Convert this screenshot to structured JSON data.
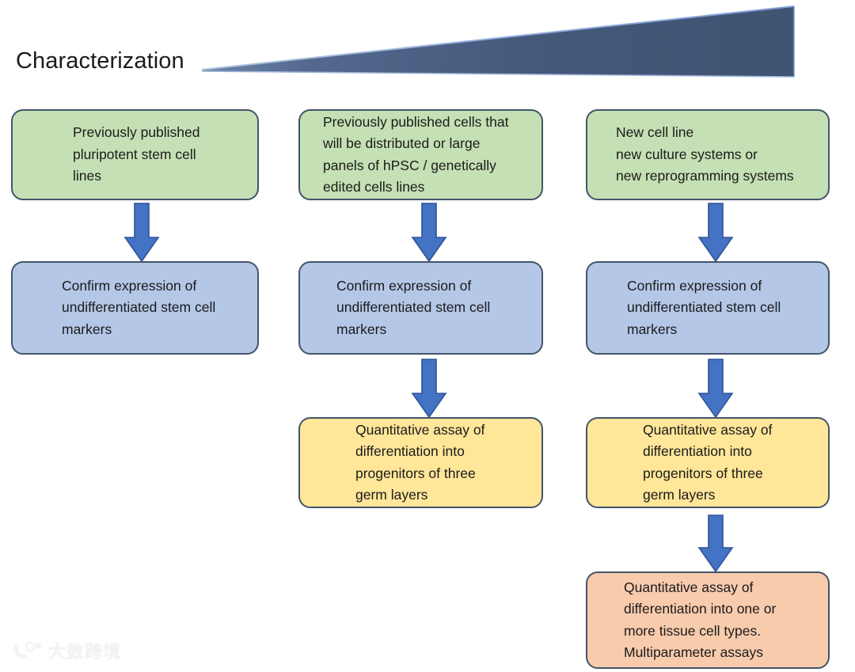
{
  "title": "Characterization",
  "banner": {
    "name": "gradient-triangle",
    "fill_dark": "#3F5472",
    "fill_light": "#5B7197",
    "edge_highlight": "#8FAADC"
  },
  "palette": {
    "green": "#C5E0B4",
    "blue": "#B4C7E7",
    "yellow": "#FFE699",
    "orange": "#F8CBAD",
    "border": "#44546A",
    "arrow_fill": "#4472C4",
    "arrow_stroke": "#2F5597",
    "text": "#1b1b1b"
  },
  "columns": [
    {
      "id": "col-1",
      "nodes": [
        {
          "id": "col1-start",
          "type": "green",
          "text": "Previously published\npluripotent stem cell\nlines"
        },
        {
          "id": "col1-confirm",
          "type": "blue",
          "text": "Confirm expression of\nundifferentiated stem cell\nmarkers"
        }
      ]
    },
    {
      "id": "col-2",
      "nodes": [
        {
          "id": "col2-start",
          "type": "green",
          "text": "Previously published cells that\nwill be distributed or large\npanels of hPSC / genetically\nedited cells lines"
        },
        {
          "id": "col2-confirm",
          "type": "blue",
          "text": "Confirm expression of\nundifferentiated stem cell\nmarkers"
        },
        {
          "id": "col2-quant",
          "type": "yellow",
          "text": "Quantitative assay of\ndifferentiation into\nprogenitors of three\ngerm layers"
        }
      ]
    },
    {
      "id": "col-3",
      "nodes": [
        {
          "id": "col3-start",
          "type": "green",
          "text": "New cell line\nnew culture systems or\nnew reprogramming systems"
        },
        {
          "id": "col3-confirm",
          "type": "blue",
          "text": "Confirm expression of\nundifferentiated stem cell\nmarkers"
        },
        {
          "id": "col3-quant",
          "type": "yellow",
          "text": "Quantitative assay of\ndifferentiation into\nprogenitors of three\ngerm layers"
        },
        {
          "id": "col3-tissue",
          "type": "orange",
          "text": "Quantitative assay of\ndifferentiation into one or\nmore tissue cell types.\nMultiparameter assays"
        }
      ]
    }
  ],
  "arrows": [
    {
      "id": "arrow-col1-1",
      "from": "col1-start",
      "to": "col1-confirm",
      "direction": "down"
    },
    {
      "id": "arrow-col2-1",
      "from": "col2-start",
      "to": "col2-confirm",
      "direction": "down"
    },
    {
      "id": "arrow-col2-2",
      "from": "col2-confirm",
      "to": "col2-quant",
      "direction": "down"
    },
    {
      "id": "arrow-col3-1",
      "from": "col3-start",
      "to": "col3-confirm",
      "direction": "down"
    },
    {
      "id": "arrow-col3-2",
      "from": "col3-confirm",
      "to": "col3-quant",
      "direction": "down"
    },
    {
      "id": "arrow-col3-3",
      "from": "col3-quant",
      "to": "col3-tissue",
      "direction": "down"
    }
  ],
  "watermark": {
    "text": "大数跨境",
    "logo_name": "dashujingjing-logo"
  }
}
